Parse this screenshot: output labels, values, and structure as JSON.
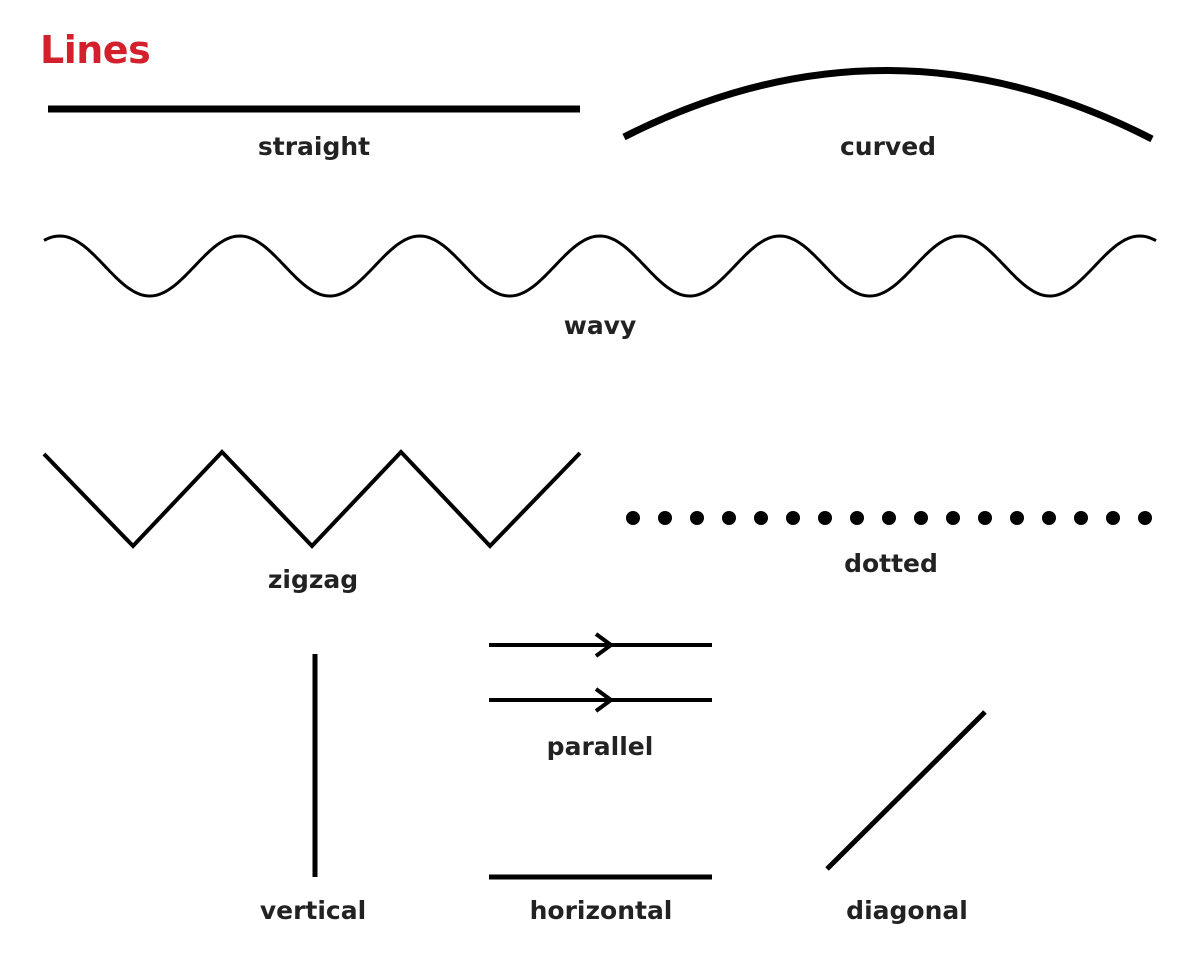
{
  "title": "Lines",
  "colors": {
    "title": "#d41f2c",
    "stroke": "#000000",
    "label": "#222222"
  },
  "lines": [
    {
      "id": "straight",
      "label": "straight"
    },
    {
      "id": "curved",
      "label": "curved"
    },
    {
      "id": "wavy",
      "label": "wavy"
    },
    {
      "id": "zigzag",
      "label": "zigzag"
    },
    {
      "id": "dotted",
      "label": "dotted"
    },
    {
      "id": "vertical",
      "label": "vertical"
    },
    {
      "id": "parallel",
      "label": "parallel"
    },
    {
      "id": "horizontal",
      "label": "horizontal"
    },
    {
      "id": "diagonal",
      "label": "diagonal"
    }
  ]
}
